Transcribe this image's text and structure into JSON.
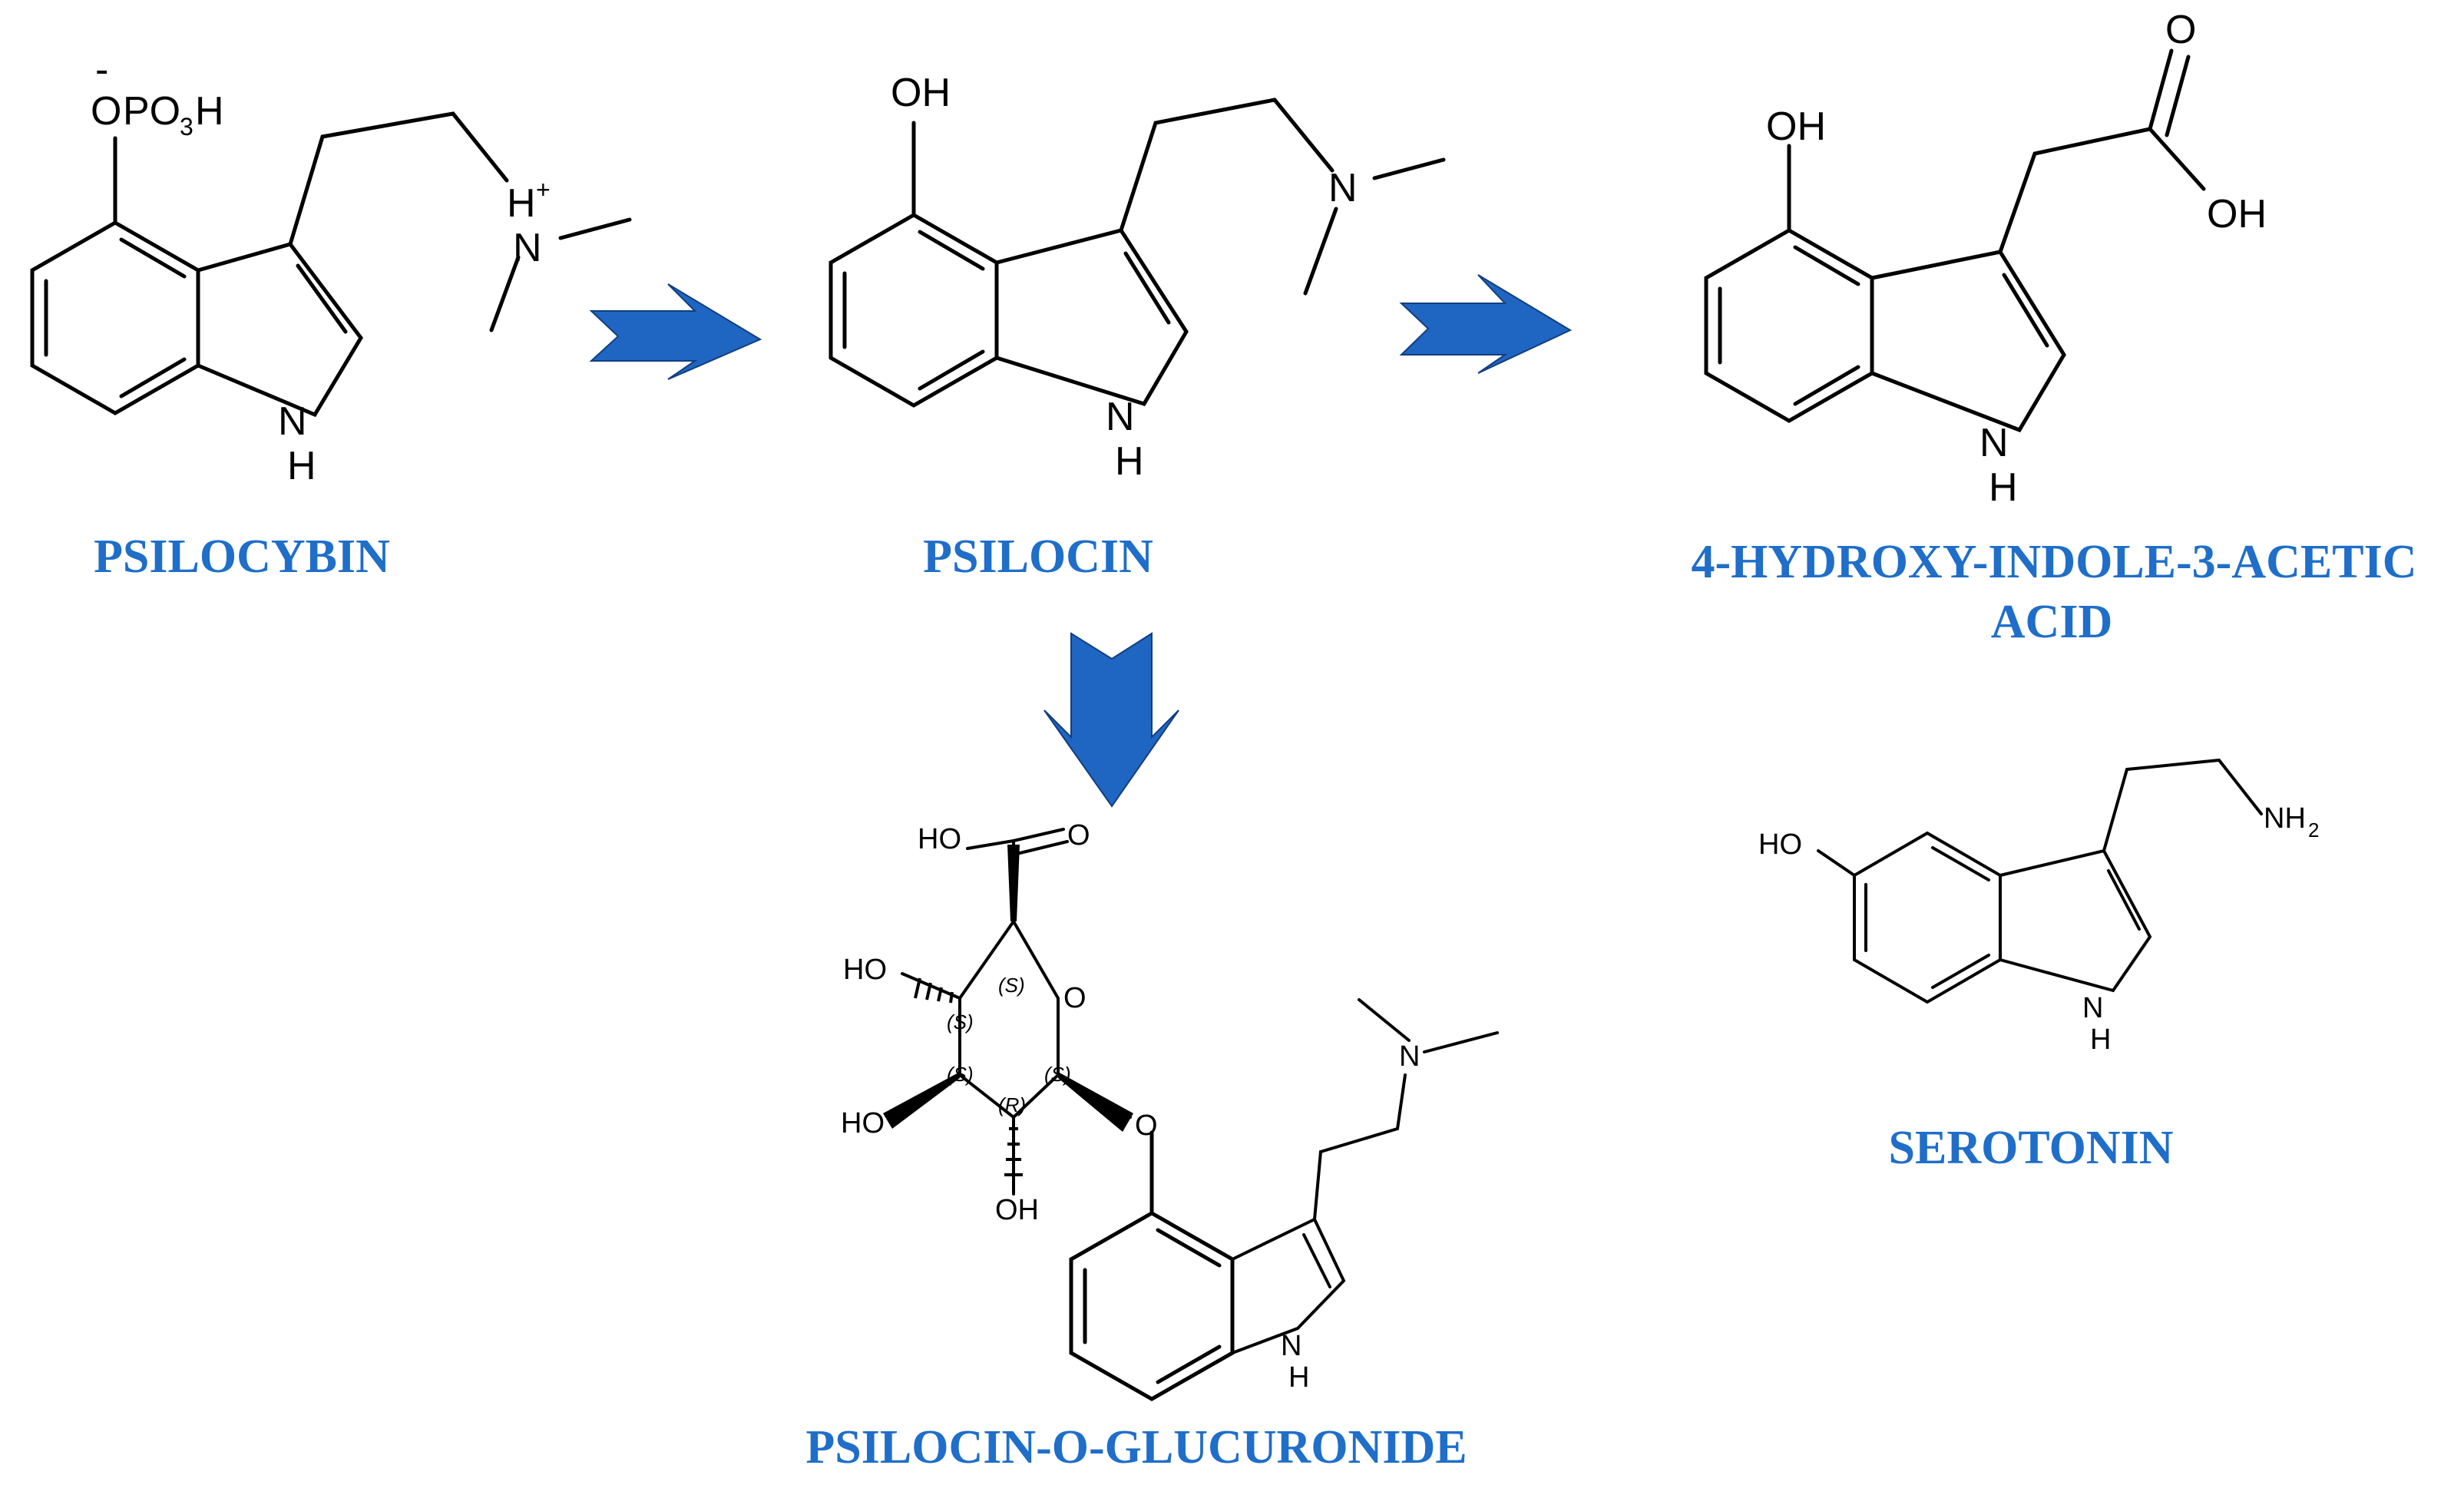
{
  "colors": {
    "label": "#1f6ec9",
    "arrow": "#1f66c2",
    "bond": "#000000"
  },
  "compounds": {
    "psilocybin": {
      "name": "PSILOCYBIN",
      "atoms": {
        "phosphate_o": "O",
        "phosphate_charge": "-",
        "phosphate_p": "PO",
        "phosphate_sub": "3",
        "phosphate_h": "H",
        "amine_h": "H",
        "amine_plus": "+",
        "amine_n": "N",
        "ring_n": "N",
        "ring_h": "H"
      }
    },
    "psilocin": {
      "name": "PSILOCIN",
      "atoms": {
        "oh": "OH",
        "amine_n": "N",
        "ring_n": "N",
        "ring_h": "H"
      }
    },
    "hiaa": {
      "name_line1": "4-HYDROXY-INDOLE-3-ACETIC",
      "name_line2": "ACID",
      "atoms": {
        "oh": "OH",
        "carbonyl_o": "O",
        "acid_oh": "OH",
        "ring_n": "N",
        "ring_h": "H"
      }
    },
    "glucuronide": {
      "name": "PSILOCIN-O-GLUCURONIDE",
      "atoms": {
        "acid_ho": "HO",
        "acid_o": "O",
        "ho_left": "HO",
        "ring_o": "O",
        "ho_lower": "HO",
        "oh_bottom": "OH",
        "link_o": "O",
        "amine_n": "N",
        "ring_n": "N",
        "ring_h": "H"
      },
      "stereo": [
        "(S)",
        "(S)",
        "(S)",
        "(R)",
        "(S)"
      ]
    },
    "serotonin": {
      "name": "SEROTONIN",
      "atoms": {
        "ho": "HO",
        "nh": "NH",
        "nh_sub": "2",
        "ring_n": "N",
        "ring_h": "H"
      }
    }
  }
}
